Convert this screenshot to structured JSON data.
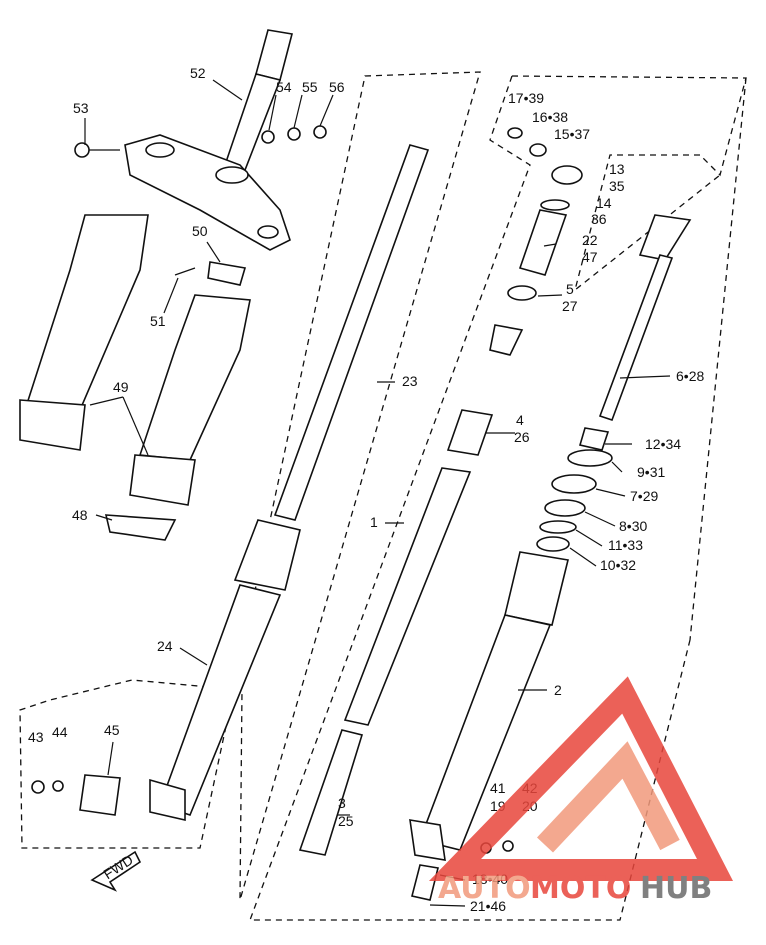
{
  "callouts": [
    {
      "id": "52",
      "text": "52"
    },
    {
      "id": "53",
      "text": "53"
    },
    {
      "id": "54",
      "text": "54"
    },
    {
      "id": "55",
      "text": "55"
    },
    {
      "id": "56",
      "text": "56"
    },
    {
      "id": "50",
      "text": "50"
    },
    {
      "id": "51",
      "text": "51"
    },
    {
      "id": "49",
      "text": "49"
    },
    {
      "id": "48",
      "text": "48"
    },
    {
      "id": "24",
      "text": "24"
    },
    {
      "id": "23",
      "text": "23"
    },
    {
      "id": "1",
      "text": "1"
    },
    {
      "id": "43",
      "text": "43"
    },
    {
      "id": "44",
      "text": "44"
    },
    {
      "id": "45",
      "text": "45"
    },
    {
      "id": "3",
      "text": "3"
    },
    {
      "id": "25",
      "text": "25"
    },
    {
      "id": "17-39",
      "text": "17•39"
    },
    {
      "id": "16-38",
      "text": "16•38"
    },
    {
      "id": "15-37",
      "text": "15•37"
    },
    {
      "id": "13",
      "text": "13"
    },
    {
      "id": "35",
      "text": "35"
    },
    {
      "id": "14",
      "text": "14"
    },
    {
      "id": "36",
      "text": "36"
    },
    {
      "id": "22",
      "text": "22"
    },
    {
      "id": "47",
      "text": "47"
    },
    {
      "id": "5",
      "text": "5"
    },
    {
      "id": "27",
      "text": "27"
    },
    {
      "id": "6-28",
      "text": "6•28"
    },
    {
      "id": "4",
      "text": "4"
    },
    {
      "id": "26",
      "text": "26"
    },
    {
      "id": "12-34",
      "text": "12•34"
    },
    {
      "id": "9-31",
      "text": "9•31"
    },
    {
      "id": "7-29",
      "text": "7•29"
    },
    {
      "id": "8-30",
      "text": "8•30"
    },
    {
      "id": "11-33",
      "text": "11•33"
    },
    {
      "id": "10-32",
      "text": "10•32"
    },
    {
      "id": "2",
      "text": "2"
    },
    {
      "id": "41",
      "text": "41"
    },
    {
      "id": "19",
      "text": "19"
    },
    {
      "id": "42",
      "text": "42"
    },
    {
      "id": "20",
      "text": "20"
    },
    {
      "id": "18-40",
      "text": "18•40"
    },
    {
      "id": "21-46",
      "text": "21•46"
    }
  ],
  "direction_marker": {
    "text": "FWD"
  },
  "watermark": {
    "part1": "AUTO",
    "part2": "MOTO",
    "part3": "HUB",
    "color_red": "#e8463c",
    "color_orange": "#f29a7c",
    "color_gray": "#6b6b6b"
  },
  "colors": {
    "ink": "#111111",
    "callout_red": "#d92a1c"
  }
}
